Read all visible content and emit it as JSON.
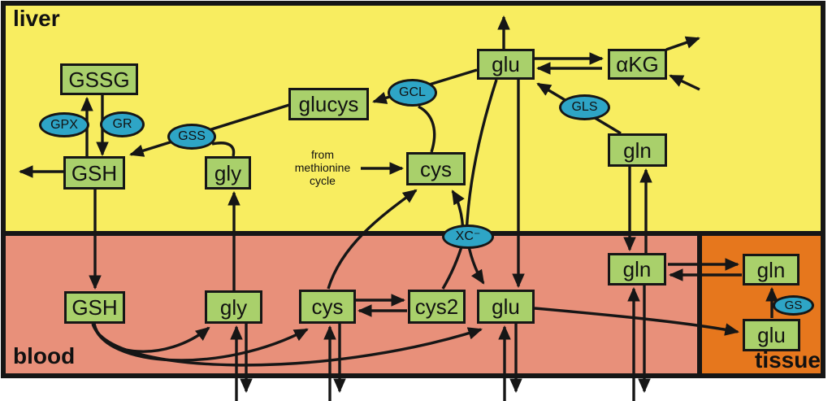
{
  "regions": {
    "liver": {
      "label": "liver"
    },
    "blood": {
      "label": "blood"
    },
    "tissue": {
      "label": "tissue"
    }
  },
  "colors": {
    "liver_bg": "#F8ED60",
    "blood_bg": "#E8907A",
    "tissue_bg": "#E6771D",
    "node_bg": "#A9D06B",
    "enzyme_bg": "#2EA5C6",
    "line": "#161616"
  },
  "nodes": {
    "liver_gssg": {
      "label": "GSSG"
    },
    "liver_gsh": {
      "label": "GSH"
    },
    "liver_gly": {
      "label": "gly"
    },
    "liver_glucys": {
      "label": "glucys"
    },
    "liver_cys": {
      "label": "cys"
    },
    "liver_glu": {
      "label": "glu"
    },
    "liver_akg": {
      "label": "αKG"
    },
    "liver_gln": {
      "label": "gln"
    },
    "blood_gsh": {
      "label": "GSH"
    },
    "blood_gly": {
      "label": "gly"
    },
    "blood_cys": {
      "label": "cys"
    },
    "blood_cys2": {
      "label": "cys2"
    },
    "blood_glu": {
      "label": "glu"
    },
    "blood_gln": {
      "label": "gln"
    },
    "tissue_gln": {
      "label": "gln"
    },
    "tissue_glu": {
      "label": "glu"
    }
  },
  "enzymes": {
    "gpx": {
      "label": "GPX"
    },
    "gr": {
      "label": "GR"
    },
    "gss": {
      "label": "GSS"
    },
    "gcl": {
      "label": "GCL"
    },
    "gls": {
      "label": "GLS"
    },
    "xc": {
      "label": "XC⁻"
    },
    "gs": {
      "label": "GS"
    }
  },
  "annotation": {
    "text": "from\nmethionine\ncycle"
  },
  "edges": [
    {
      "from": "liver_gsh",
      "to": "liver_gssg",
      "via": "GPX"
    },
    {
      "from": "liver_gssg",
      "to": "liver_gsh",
      "via": "GR"
    },
    {
      "from": "liver_gsh",
      "to": "out-left"
    },
    {
      "from": "liver_gsh",
      "to": "blood_gsh"
    },
    {
      "from": "liver_glucys",
      "to": "liver_gsh",
      "via": "GSS",
      "cosubstrate": "liver_gly"
    },
    {
      "from": "liver_glu",
      "to": "liver_glucys",
      "via": "GCL",
      "cosubstrate": "liver_cys"
    },
    {
      "from": "methionine_cycle",
      "to": "liver_cys"
    },
    {
      "from": "liver_glu",
      "to": "out-top"
    },
    {
      "from": "liver_glu",
      "to": "liver_akg"
    },
    {
      "from": "liver_akg",
      "to": "liver_glu"
    },
    {
      "from": "liver_akg",
      "to": "out-upper-right"
    },
    {
      "from": "in-lower-right",
      "to": "liver_akg"
    },
    {
      "from": "liver_gln",
      "to": "liver_glu",
      "via": "GLS"
    },
    {
      "from": "liver_gln",
      "to": "blood_gln"
    },
    {
      "from": "blood_gln",
      "to": "liver_gln"
    },
    {
      "from": "liver_glu",
      "to": "blood_glu"
    },
    {
      "from": "liver_glu",
      "to": "blood_glu",
      "via": "XC⁻"
    },
    {
      "from": "blood_cys2",
      "to": "liver_cys",
      "via": "XC⁻"
    },
    {
      "from": "blood_cys",
      "to": "liver_cys"
    },
    {
      "from": "blood_gly",
      "to": "liver_gly"
    },
    {
      "from": "blood_gsh",
      "to": "blood_gly"
    },
    {
      "from": "blood_gsh",
      "to": "blood_cys"
    },
    {
      "from": "blood_gsh",
      "to": "blood_glu"
    },
    {
      "from": "blood_cys",
      "to": "blood_cys2"
    },
    {
      "from": "blood_cys2",
      "to": "blood_cys"
    },
    {
      "from": "blood_glu",
      "to": "tissue_glu"
    },
    {
      "from": "blood_gln",
      "to": "tissue_gln"
    },
    {
      "from": "tissue_gln",
      "to": "blood_gln"
    },
    {
      "from": "tissue_glu",
      "to": "tissue_gln",
      "via": "GS"
    },
    {
      "from": "below",
      "to": "blood_gly"
    },
    {
      "from": "blood_gly",
      "to": "below"
    },
    {
      "from": "below",
      "to": "blood_cys"
    },
    {
      "from": "blood_cys",
      "to": "below"
    },
    {
      "from": "below",
      "to": "blood_glu"
    },
    {
      "from": "blood_glu",
      "to": "below"
    },
    {
      "from": "below",
      "to": "blood_gln"
    },
    {
      "from": "blood_gln",
      "to": "below"
    }
  ]
}
